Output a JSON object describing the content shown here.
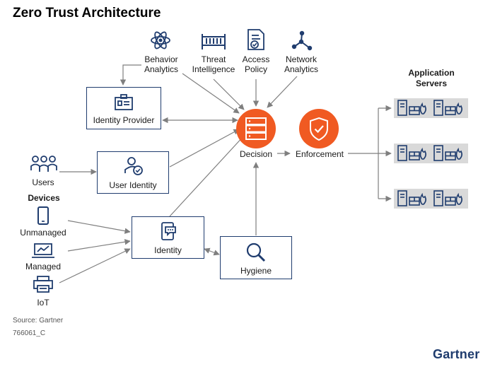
{
  "title": "Zero Trust Architecture",
  "inputs_top": [
    {
      "label_line1": "Behavior",
      "label_line2": "Analytics",
      "icon": "atom-icon"
    },
    {
      "label_line1": "Threat",
      "label_line2": "Intelligence",
      "icon": "server-rack-icon"
    },
    {
      "label_line1": "Access",
      "label_line2": "Policy",
      "icon": "policy-document-icon"
    },
    {
      "label_line1": "Network",
      "label_line2": "Analytics",
      "icon": "network-nodes-icon"
    }
  ],
  "boxes": {
    "identity_provider": "Identity Provider",
    "user_identity": "User Identity",
    "identity": "Identity",
    "hygiene": "Hygiene"
  },
  "users_label": "Users",
  "devices": {
    "heading": "Devices",
    "items": [
      "Unmanaged",
      "Managed",
      "IoT"
    ]
  },
  "decision_label": "Decision",
  "enforcement_label": "Enforcement",
  "application_servers": {
    "line1": "Application",
    "line2": "Servers"
  },
  "source": "Source: Gartner",
  "doc_id": "766061_C",
  "brand": "Gartner",
  "colors": {
    "navy": "#1f3c6e",
    "orange": "#f05a22",
    "arrow": "#7f7f7f",
    "server_bg": "#d9d9d9"
  }
}
